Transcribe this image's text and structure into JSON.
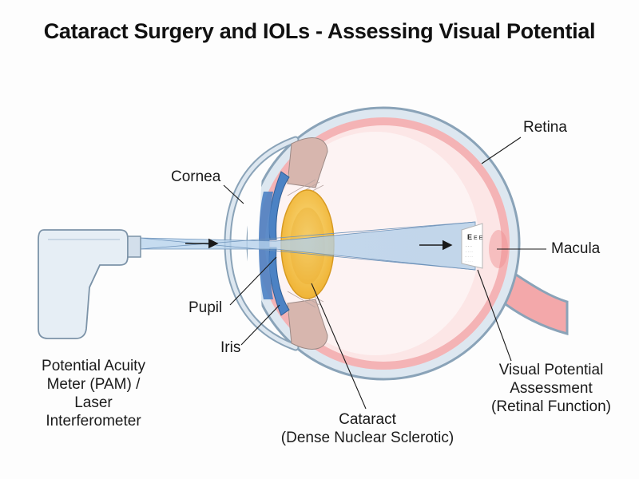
{
  "title": "Cataract Surgery and IOLs - Assessing Visual Potential",
  "labels": {
    "retina": "Retina",
    "cornea": "Cornea",
    "macula": "Macula",
    "pupil": "Pupil",
    "iris": "Iris",
    "device": [
      "Potential Acuity",
      "Meter (PAM) /",
      "Laser",
      "Interferometer"
    ],
    "cataract": [
      "Cataract",
      "(Dense Nuclear Sclerotic)"
    ],
    "visual_potential": [
      "Visual Potential",
      "Assessment",
      "(Retinal Function)"
    ]
  },
  "eye_chart": {
    "big_letter": "E",
    "rows": [
      "E E",
      "· · ·",
      "· · · ·",
      "· · · · ·",
      "· · · · · ·"
    ]
  },
  "colors": {
    "sclera_outline": "#8aa3b8",
    "sclera_fill": "#dde7f0",
    "retina": "#f4b3b5",
    "retina_light": "#fbe1e1",
    "iris": "#4c82c4",
    "lens": "#f2b93a",
    "lens_light": "#fbe08a",
    "ciliary": "#d7b6ae",
    "beam": "#a9c9e6",
    "device": "#e6eef5"
  }
}
